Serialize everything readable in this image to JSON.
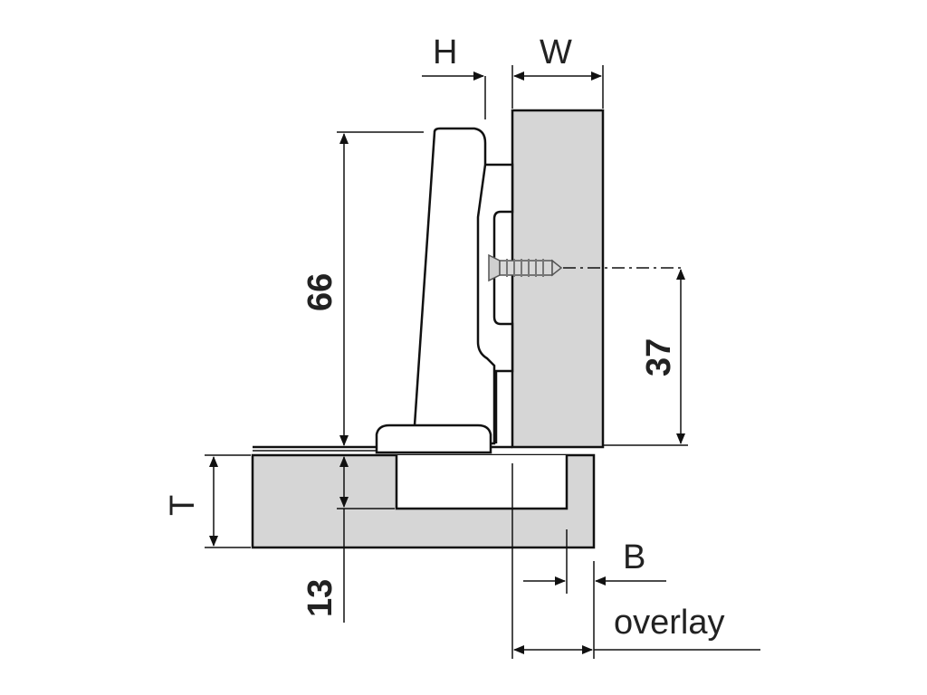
{
  "labels": {
    "h": "H",
    "w": "W",
    "dim_66": "66",
    "dim_37": "37",
    "t": "T",
    "dim_13": "13",
    "b": "B",
    "overlay": "overlay"
  },
  "colors": {
    "panel_fill": "#d6d6d6",
    "line": "#111111",
    "screw": "#9a9a9a"
  }
}
